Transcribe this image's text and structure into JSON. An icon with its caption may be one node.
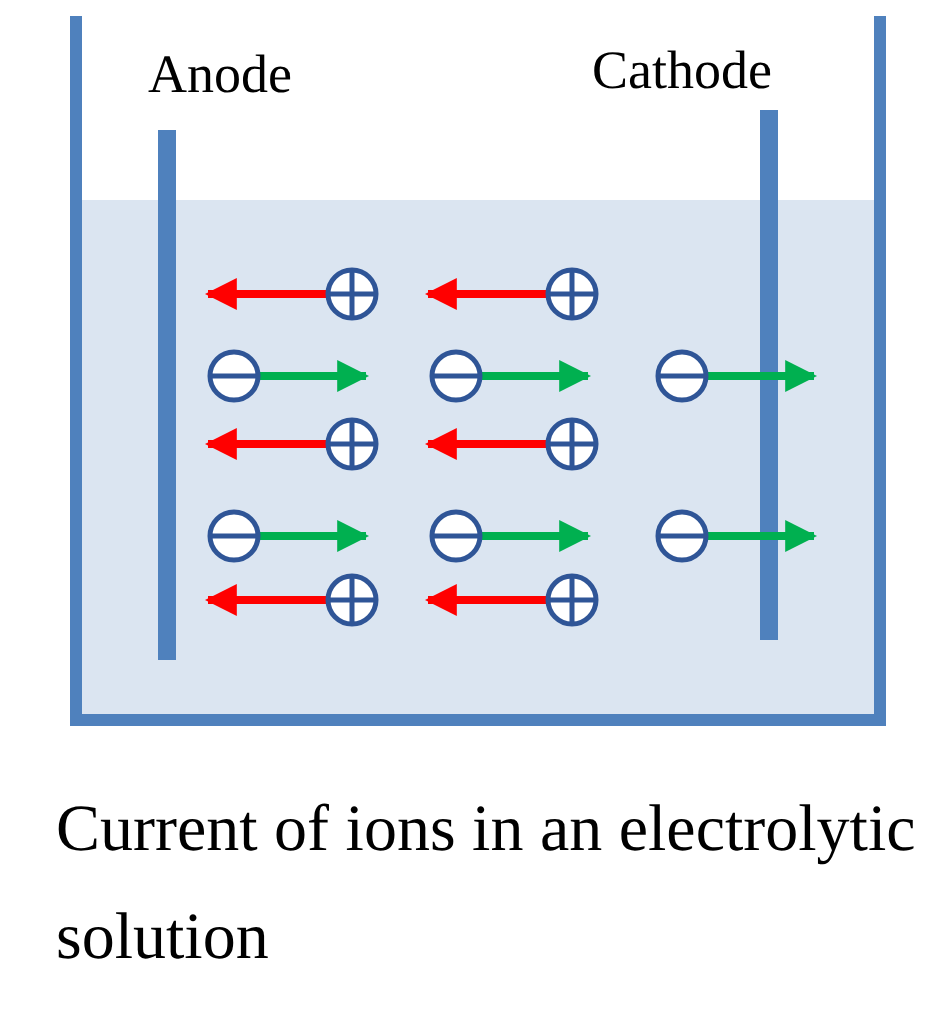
{
  "diagram": {
    "caption": "Current of ions in an electrolytic solution",
    "labels": [
      "Anode",
      "Cathode"
    ]
  }
}
